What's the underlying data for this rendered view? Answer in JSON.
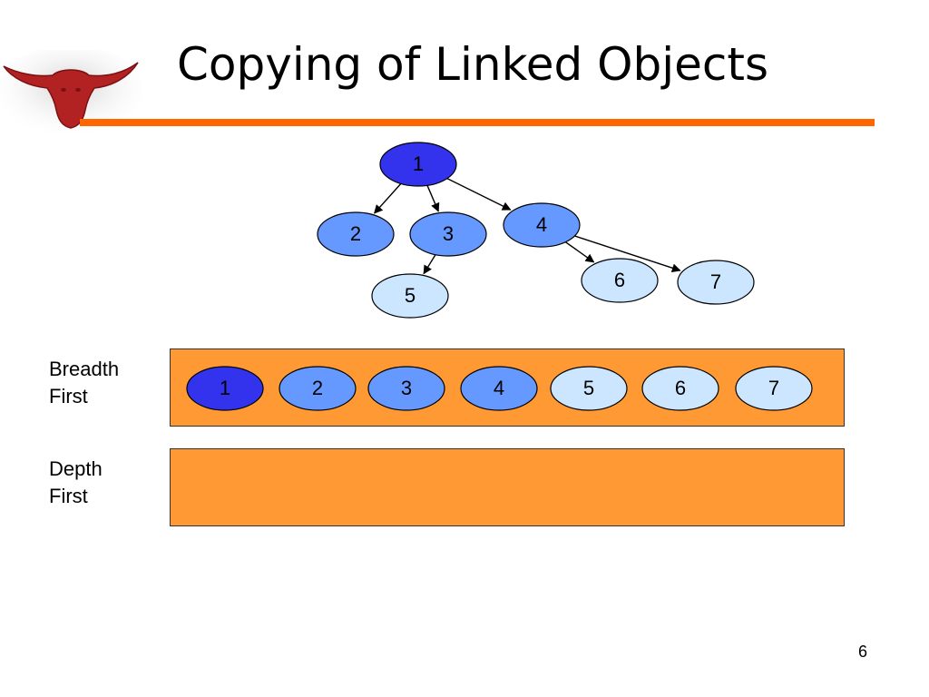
{
  "slide": {
    "title": "Copying of Linked Objects",
    "page_number": "6",
    "accent_color": "#ff6600",
    "band_color": "#ff9933"
  },
  "logo": {
    "icon": "longhorn-logo-icon",
    "color": "#b22222"
  },
  "tree": {
    "nodes": [
      {
        "id": "1",
        "label": "1",
        "color": "#3333ee"
      },
      {
        "id": "2",
        "label": "2",
        "color": "#6699ff"
      },
      {
        "id": "3",
        "label": "3",
        "color": "#6699ff"
      },
      {
        "id": "4",
        "label": "4",
        "color": "#6699ff"
      },
      {
        "id": "5",
        "label": "5",
        "color": "#cce6ff"
      },
      {
        "id": "6",
        "label": "6",
        "color": "#cce6ff"
      },
      {
        "id": "7",
        "label": "7",
        "color": "#cce6ff"
      }
    ],
    "edges": [
      {
        "from": "1",
        "to": "2"
      },
      {
        "from": "1",
        "to": "3"
      },
      {
        "from": "1",
        "to": "4"
      },
      {
        "from": "3",
        "to": "5"
      },
      {
        "from": "4",
        "to": "6"
      },
      {
        "from": "4",
        "to": "7"
      }
    ]
  },
  "breadth_first": {
    "label_line1": "Breadth",
    "label_line2": "First",
    "sequence": [
      {
        "label": "1",
        "color": "#3333ee"
      },
      {
        "label": "2",
        "color": "#6699ff"
      },
      {
        "label": "3",
        "color": "#6699ff"
      },
      {
        "label": "4",
        "color": "#6699ff"
      },
      {
        "label": "5",
        "color": "#cce6ff"
      },
      {
        "label": "6",
        "color": "#cce6ff"
      },
      {
        "label": "7",
        "color": "#cce6ff"
      }
    ]
  },
  "depth_first": {
    "label_line1": "Depth",
    "label_line2": "First",
    "sequence": []
  }
}
